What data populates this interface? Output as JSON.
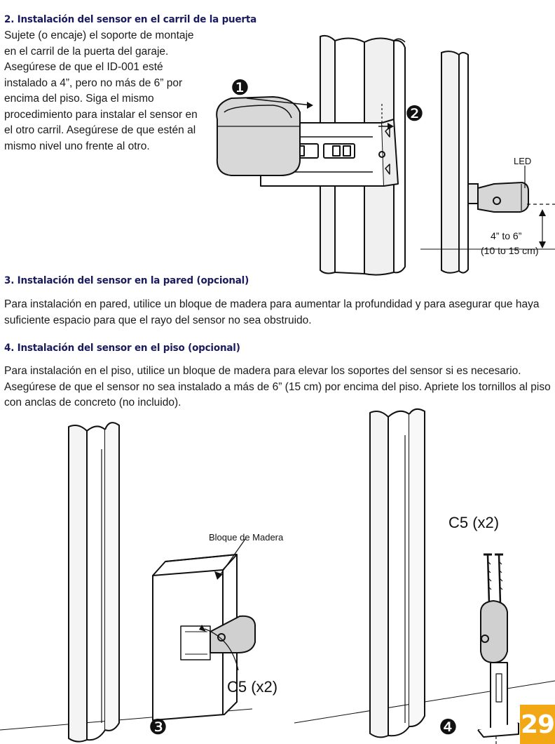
{
  "section2": {
    "heading": "2. Instalación del sensor en el carril de la puerta",
    "text": "Sujete (o encaje) el soporte de montaje en el carril de la puerta del garaje. Asegúrese de que el ID-001 esté instalado a 4”, pero no más de 6” por encima del piso. Siga el mismo procedimiento para instalar el sensor en el otro carril. Asegúrese de que estén al mismo nivel uno frente al otro."
  },
  "section3": {
    "heading": "3. Instalación del sensor en la pared (opcional)",
    "text": "Para instalación en pared, utilice un bloque de madera para aumentar la profundidad y para asegurar que haya suficiente espacio para que el rayo del sensor no sea obstruido."
  },
  "section4": {
    "heading": "4. Instalación del sensor en el piso (opcional)",
    "text": "Para instalación en el piso, utilice un bloque de madera para elevar los soportes del sensor si es necesario. Asegúrese de que el sensor no sea instalado a más de 6” (15 cm) por encima del piso. Apriete los tornillos al piso con anclas de concreto (no incluido)."
  },
  "figures": {
    "step1": "❶",
    "step2": "❷",
    "step3": "❸",
    "step4": "❹",
    "led_label": "LED",
    "height_label": "4” to 6”",
    "height_metric": "(10 to 15 cm)",
    "wood_block_label": "Bloque de Madera",
    "screw_label_wall": "C5 (x2)",
    "screw_label_floor": "C5 (x2)"
  },
  "page": {
    "number": "29",
    "badge_color": "#f2a814"
  }
}
